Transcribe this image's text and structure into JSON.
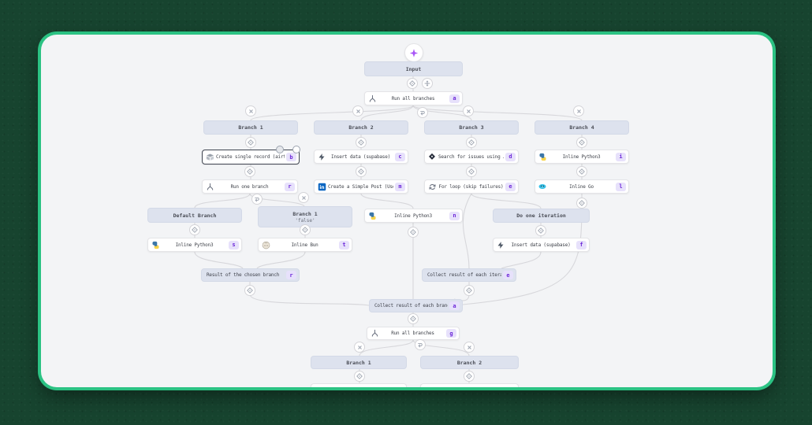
{
  "theme": {
    "background_green": "#17442f",
    "card_border_green": "#2bc283",
    "canvas_background": "#f3f4f6",
    "accent_purple": "#7c3aed",
    "badge_background": "#e7e1fb",
    "group_node_background": "#dde2ee",
    "edge_color": "#d7d7db"
  },
  "nodes": [
    {
      "id": "trigger",
      "type": "trigger",
      "icon": "sparkle-icon"
    },
    {
      "id": "input",
      "type": "header",
      "label": "Input"
    },
    {
      "id": "dot-input-1",
      "type": "dot",
      "glyph": "diamond-icon"
    },
    {
      "id": "dot-input-2",
      "type": "dot",
      "glyph": "move-icon"
    },
    {
      "id": "run-all-1",
      "type": "step",
      "label": "Run all branches",
      "icon": "branch-icon",
      "badge": "a"
    },
    {
      "id": "x1",
      "type": "dot",
      "glyph": "x-icon"
    },
    {
      "id": "x2",
      "type": "dot",
      "glyph": "x-icon"
    },
    {
      "id": "x3",
      "type": "dot",
      "glyph": "x-icon"
    },
    {
      "id": "x4",
      "type": "dot",
      "glyph": "x-icon"
    },
    {
      "id": "m1",
      "type": "dot",
      "glyph": "merge-icon"
    },
    {
      "id": "branch-1",
      "type": "header",
      "label": "Branch 1"
    },
    {
      "id": "branch-2",
      "type": "header",
      "label": "Branch 2"
    },
    {
      "id": "branch-3",
      "type": "header",
      "label": "Branch 3"
    },
    {
      "id": "branch-4",
      "type": "header",
      "label": "Branch 4"
    },
    {
      "id": "da1",
      "type": "dot",
      "glyph": "diamond-icon"
    },
    {
      "id": "da2",
      "type": "dot",
      "glyph": "diamond-icon"
    },
    {
      "id": "da3",
      "type": "dot",
      "glyph": "diamond-icon"
    },
    {
      "id": "da4",
      "type": "dot",
      "glyph": "diamond-icon"
    },
    {
      "id": "airtable",
      "type": "step",
      "label": "Create single record (airtable)",
      "icon": "airtable-icon",
      "badge": "b",
      "selected": true
    },
    {
      "id": "supabase-1",
      "type": "step",
      "label": "Insert data (supabase)",
      "icon": "supabase-icon",
      "badge": "c"
    },
    {
      "id": "jira",
      "type": "step",
      "label": "Search for issues using JQL (...",
      "icon": "jira-icon",
      "badge": "d"
    },
    {
      "id": "python-i",
      "type": "step",
      "label": "Inline Python3",
      "icon": "python-icon",
      "badge": "i"
    },
    {
      "id": "db1",
      "type": "dot",
      "glyph": "diamond-icon"
    },
    {
      "id": "db2",
      "type": "dot",
      "glyph": "diamond-icon"
    },
    {
      "id": "db3",
      "type": "dot",
      "glyph": "diamond-icon"
    },
    {
      "id": "db4",
      "type": "dot",
      "glyph": "diamond-icon"
    },
    {
      "id": "run-one",
      "type": "step",
      "label": "Run one branch",
      "icon": "branch-icon",
      "badge": "r"
    },
    {
      "id": "linkedin",
      "type": "step",
      "label": "Create a Simple Post (User) (...",
      "icon": "linkedin-icon",
      "badge": "m"
    },
    {
      "id": "for-loop",
      "type": "step",
      "label": "For loop (skip failures)",
      "icon": "loop-icon",
      "badge": "e"
    },
    {
      "id": "inline-go",
      "type": "step",
      "label": "Inline Go",
      "icon": "go-icon",
      "badge": "l"
    },
    {
      "id": "m2",
      "type": "dot",
      "glyph": "merge-icon"
    },
    {
      "id": "x5",
      "type": "dot",
      "glyph": "x-icon"
    },
    {
      "id": "dgo",
      "type": "dot",
      "glyph": "diamond-icon"
    },
    {
      "id": "default-branch",
      "type": "header",
      "label": "Default Branch"
    },
    {
      "id": "branch-1-false",
      "type": "header",
      "label": "Branch 1",
      "sub": "'false'"
    },
    {
      "id": "python-n",
      "type": "step",
      "label": "Inline Python3",
      "icon": "python-icon",
      "badge": "n"
    },
    {
      "id": "do-one-iteration",
      "type": "header",
      "label": "Do one iteration"
    },
    {
      "id": "dd1",
      "type": "dot",
      "glyph": "diamond-icon"
    },
    {
      "id": "dd2",
      "type": "dot",
      "glyph": "diamond-icon"
    },
    {
      "id": "dd3",
      "type": "dot",
      "glyph": "diamond-icon"
    },
    {
      "id": "dd4",
      "type": "dot",
      "glyph": "diamond-icon"
    },
    {
      "id": "python-s",
      "type": "step",
      "label": "Inline Python3",
      "icon": "python-icon",
      "badge": "s"
    },
    {
      "id": "inline-bun",
      "type": "step",
      "label": "Inline Bun",
      "icon": "bun-icon",
      "badge": "t"
    },
    {
      "id": "supabase-2",
      "type": "step",
      "label": "Insert data (supabase)",
      "icon": "supabase-icon",
      "badge": "f"
    },
    {
      "id": "result-chosen",
      "type": "result",
      "label": "Result of the chosen branch",
      "badge": "r"
    },
    {
      "id": "collect-iter",
      "type": "result",
      "label": "Collect result of each iterat",
      "badge": "e"
    },
    {
      "id": "dr1",
      "type": "dot",
      "glyph": "diamond-icon"
    },
    {
      "id": "dr2",
      "type": "dot",
      "glyph": "diamond-icon"
    },
    {
      "id": "collect-branch",
      "type": "result",
      "label": "Collect result of each branch",
      "badge": "a"
    },
    {
      "id": "dcb",
      "type": "dot",
      "glyph": "diamond-icon"
    },
    {
      "id": "run-all-2",
      "type": "step",
      "label": "Run all branches",
      "icon": "branch-icon",
      "badge": "g"
    },
    {
      "id": "x6",
      "type": "dot",
      "glyph": "x-icon"
    },
    {
      "id": "m3",
      "type": "dot",
      "glyph": "merge-icon"
    },
    {
      "id": "x7",
      "type": "dot",
      "glyph": "x-icon"
    },
    {
      "id": "branch-1b",
      "type": "header",
      "label": "Branch 1"
    },
    {
      "id": "branch-2b",
      "type": "header",
      "label": "Branch 2"
    },
    {
      "id": "dbb1",
      "type": "dot",
      "glyph": "diamond-icon"
    },
    {
      "id": "dbb2",
      "type": "dot",
      "glyph": "diamond-icon"
    },
    {
      "id": "ghost-1",
      "type": "ghost"
    },
    {
      "id": "ghost-2",
      "type": "ghost"
    }
  ]
}
